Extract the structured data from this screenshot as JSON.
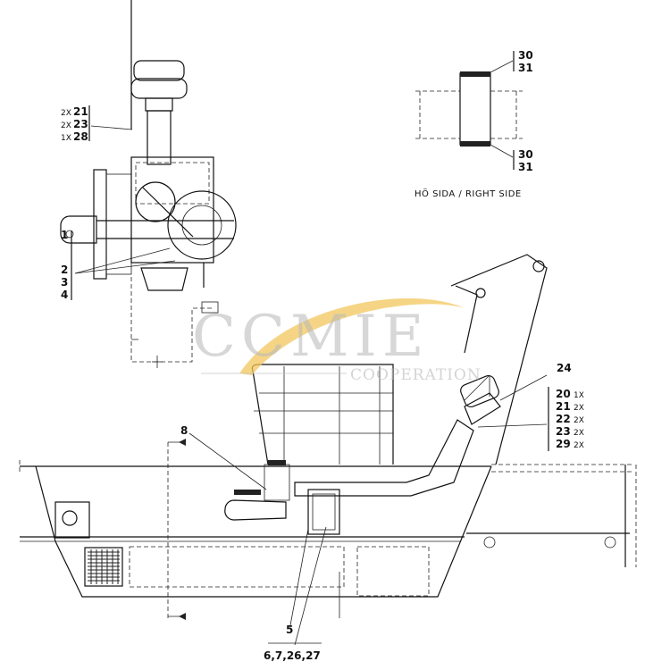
{
  "view_caption": "HÖ SIDA / RIGHT SIDE",
  "watermark": {
    "main": "CCMIE",
    "sub": "COOPERATION",
    "swoosh_color": "#f2c75c"
  },
  "callouts": {
    "c1": "1",
    "c2": "2",
    "c3": "3",
    "c4": "4",
    "c5": "5",
    "c6": "6,7,26,27",
    "c8": "8",
    "c24": "24",
    "c30a": "30",
    "c31a": "31",
    "c30b": "30",
    "c31b": "31"
  },
  "top_group": [
    {
      "qty": "2X",
      "part": "21"
    },
    {
      "qty": "2X",
      "part": "23"
    },
    {
      "qty": "1X",
      "part": "28"
    }
  ],
  "right_group": [
    {
      "part": "20",
      "qty": "1X"
    },
    {
      "part": "21",
      "qty": "2X"
    },
    {
      "part": "22",
      "qty": "2X"
    },
    {
      "part": "23",
      "qty": "2X"
    },
    {
      "part": "29",
      "qty": "2X"
    }
  ]
}
